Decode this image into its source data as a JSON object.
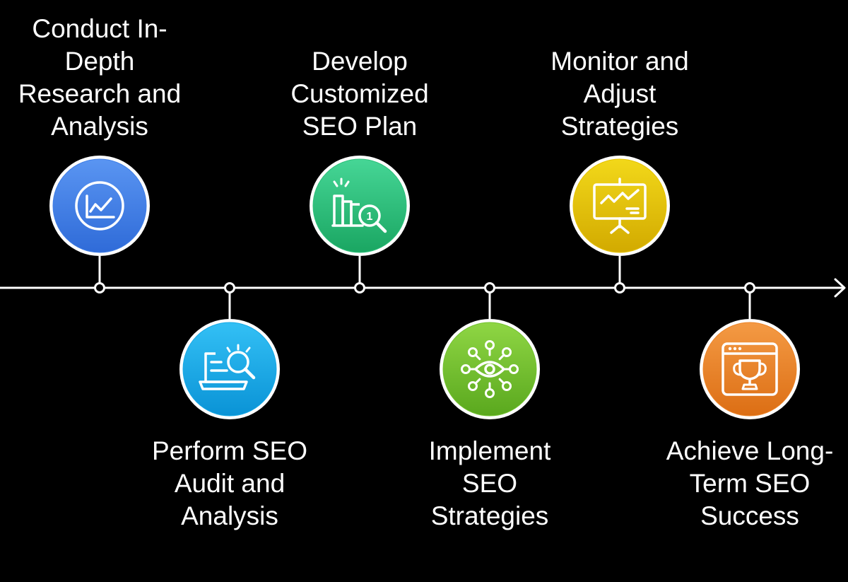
{
  "steps": [
    {
      "title": "Conduct In-Depth Research and Analysis",
      "lines": [
        "Conduct In-",
        "Depth",
        "Research and",
        "Analysis"
      ],
      "icon": "line-chart-icon",
      "color": "#3f7ee6",
      "placement": "above"
    },
    {
      "title": "Perform SEO Audit and Analysis",
      "lines": [
        "Perform SEO",
        "Audit and",
        "Analysis"
      ],
      "icon": "laptop-search-icon",
      "color": "#17a9e6",
      "placement": "below"
    },
    {
      "title": "Develop Customized SEO Plan",
      "lines": [
        "Develop",
        "Customized",
        "SEO Plan"
      ],
      "icon": "ranking-magnifier-icon",
      "color": "#2cc07a",
      "placement": "above"
    },
    {
      "title": "Implement SEO Strategies",
      "lines": [
        "Implement SEO",
        "Strategies"
      ],
      "icon": "eye-network-icon",
      "color": "#72c22e",
      "placement": "below"
    },
    {
      "title": "Monitor and Adjust Strategies",
      "lines": [
        "Monitor and",
        "Adjust",
        "Strategies"
      ],
      "icon": "presentation-board-icon",
      "color": "#e5c200",
      "placement": "above"
    },
    {
      "title": "Achieve Long-Term SEO Success",
      "lines": [
        "Achieve Long-",
        "Term SEO",
        "Success"
      ],
      "icon": "trophy-browser-icon",
      "color": "#ec8428",
      "placement": "below"
    }
  ]
}
